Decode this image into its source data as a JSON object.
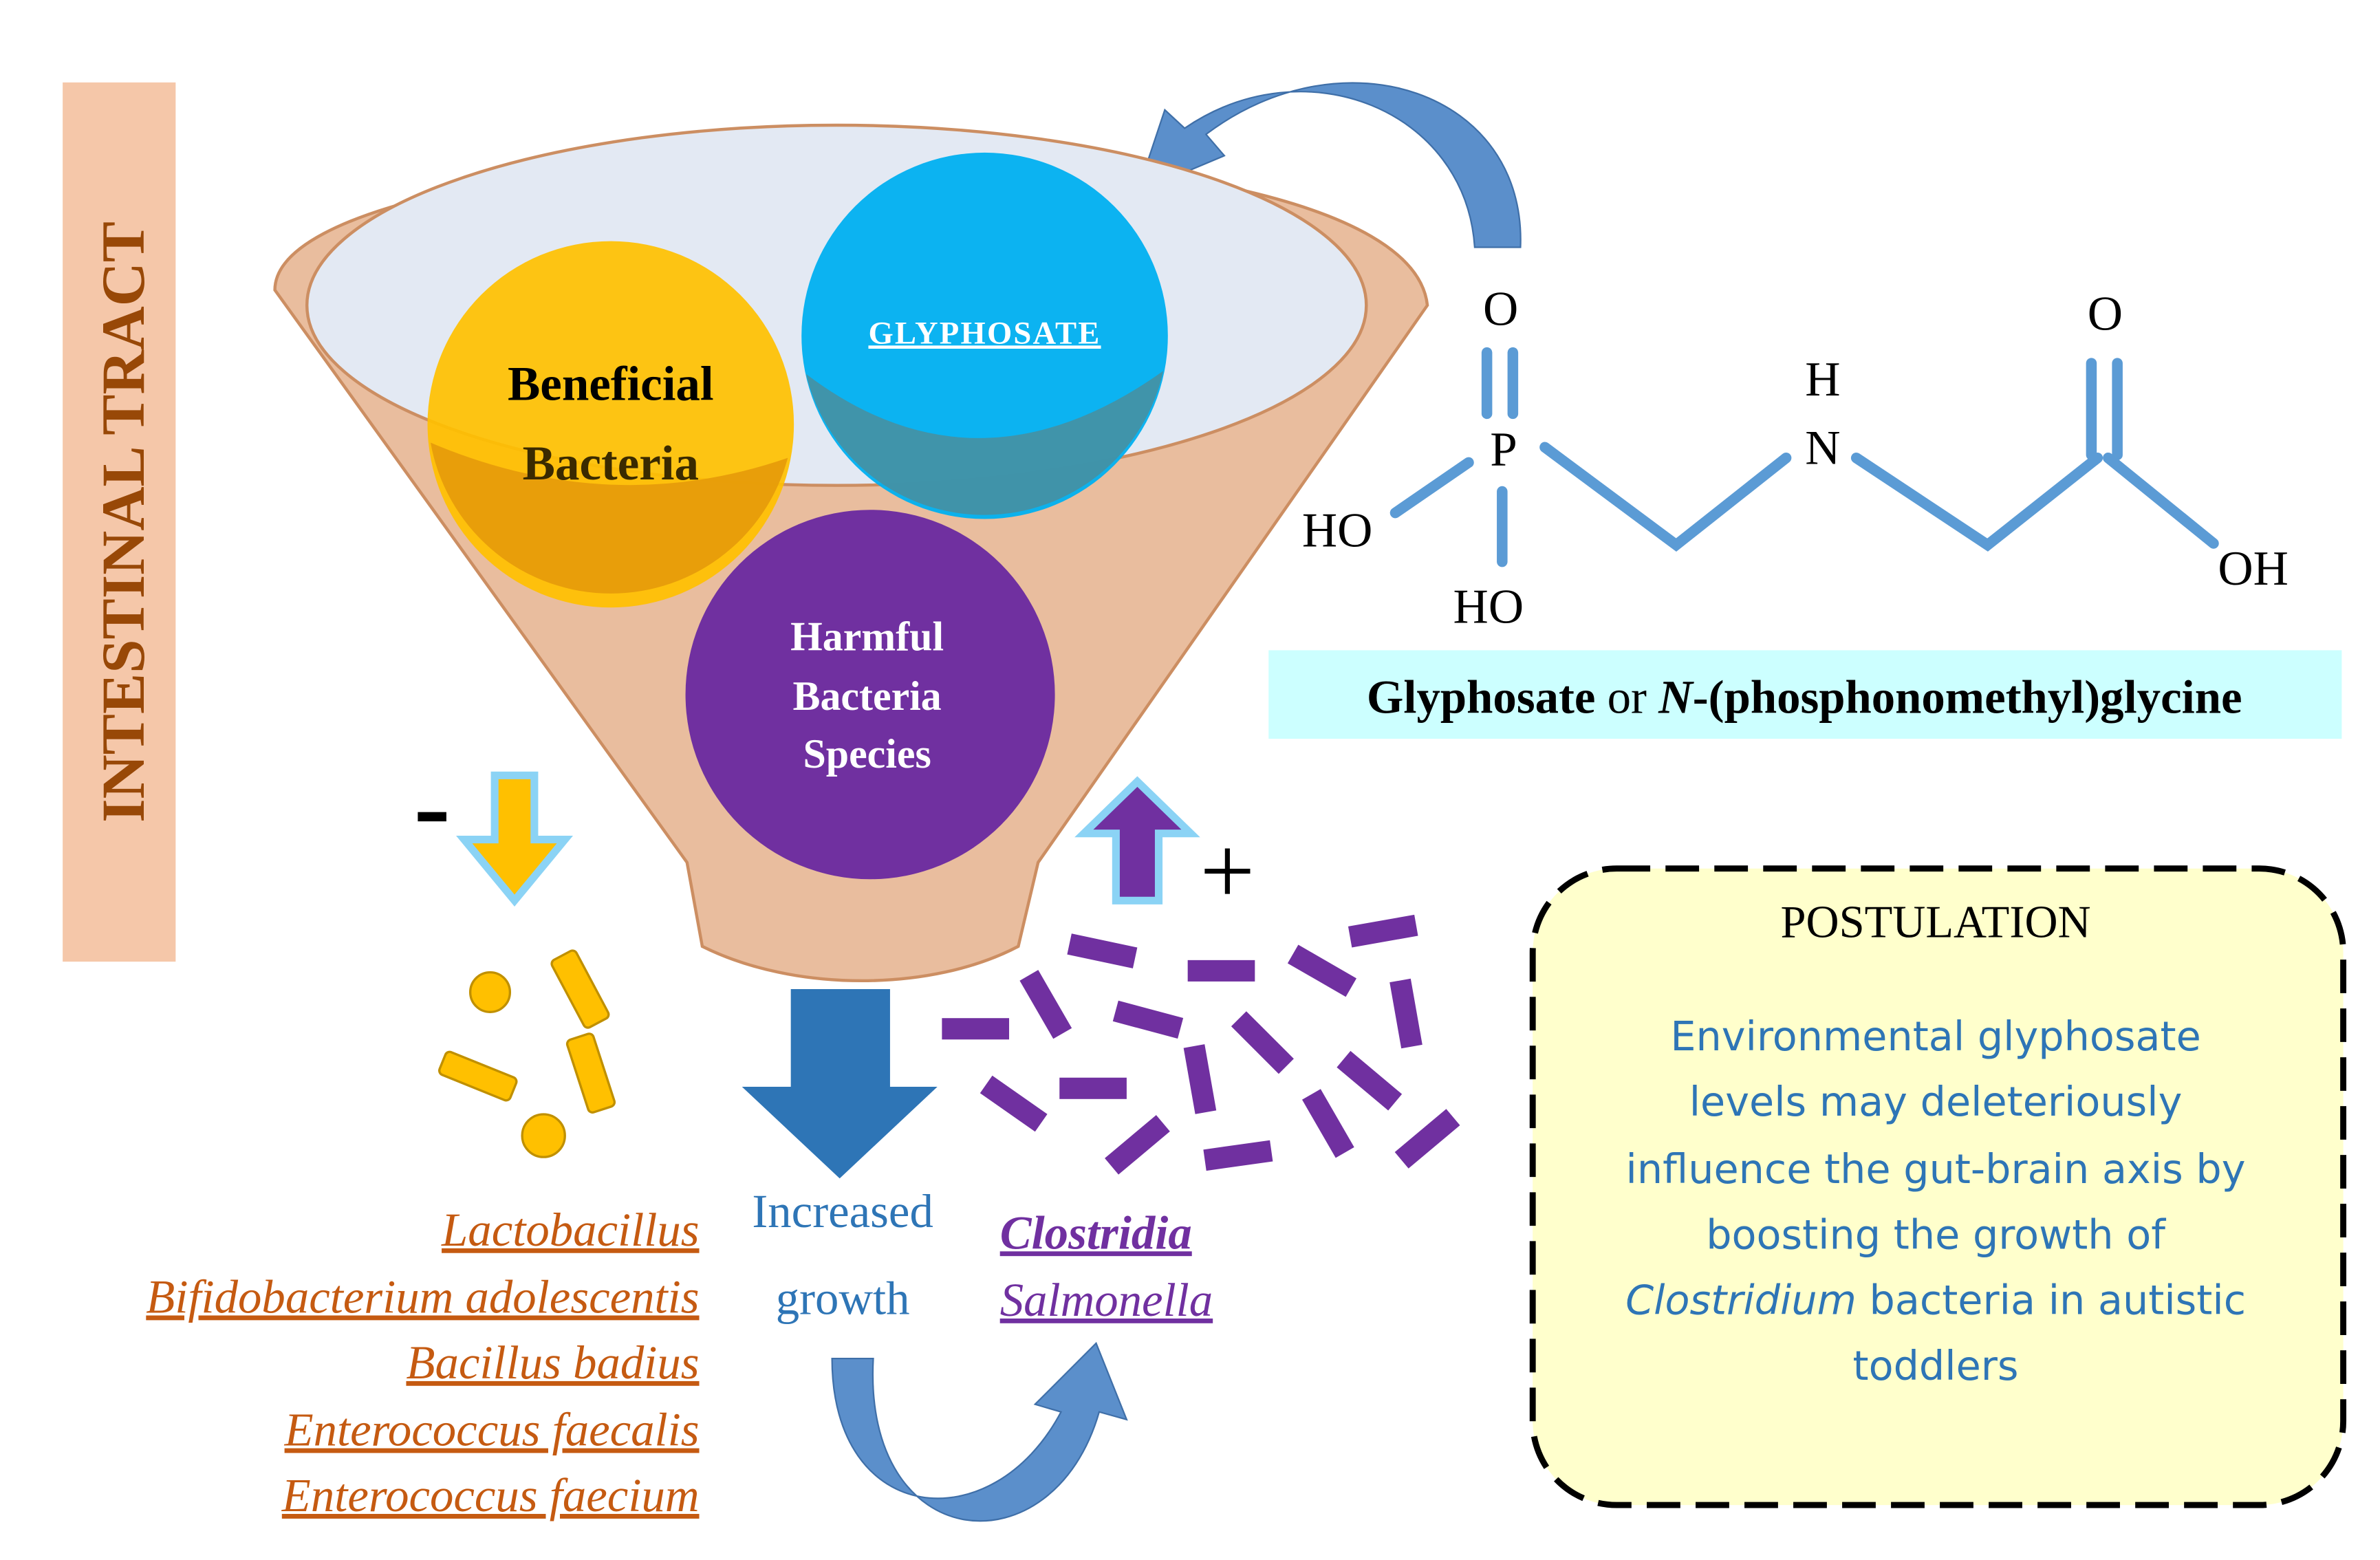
{
  "side_label": "INTESTINAL TRACT",
  "funnel": {
    "beneficial": [
      "Beneficial",
      "Bacteria"
    ],
    "glyphosate": "GLYPHOSATE",
    "harmful": [
      "Harmful",
      "Bacteria",
      "Species"
    ]
  },
  "signs": {
    "minus": "-",
    "plus": "+"
  },
  "beneficial_species": [
    "Lactobacillus",
    "Bifidobacterium adolescentis",
    "Bacillus badius",
    "Enterococcus faecalis",
    "Enterococcus faecium"
  ],
  "increased_growth": [
    "Increased",
    "growth"
  ],
  "harmful_species": [
    "Clostridia",
    "Salmonella"
  ],
  "molecule": {
    "atoms": {
      "o_left": "O",
      "p": "P",
      "ho_left": "HO",
      "ho_bottom": "HO",
      "h": "H",
      "n": "N",
      "o_right": "O",
      "oh_right": "OH"
    },
    "caption": {
      "name_bold": "Glyphosate",
      "or": " or ",
      "n_italic": "N",
      "rest": "-(phosphonomethyl)glycine"
    }
  },
  "postulation": {
    "title": "POSTULATION",
    "lines": [
      "Environmental glyphosate",
      "levels may deleteriously",
      "influence the gut-brain axis by",
      "boosting the growth of"
    ],
    "line5_italic": "Clostridium",
    "line5_rest": " bacteria in autistic",
    "line6": "toddlers"
  },
  "colors": {
    "side_label_bg": "#F5C7A9",
    "side_label_text": "#984807",
    "funnel": "#E9BD9E",
    "funnel_border": "#CC8E62",
    "funnel_top": "#E3E9F3",
    "beneficial": "#FFC000",
    "glyphosate": "#00B0F0",
    "harmful": "#7030A0",
    "arrow_blue": "#2E75B6",
    "curve_arrow": "#4F87C5",
    "rod_purple": "#7030A0",
    "species_orange": "#C55A11",
    "molecule_line": "#5B9BD5",
    "caption_bg": "#CCFFFF",
    "postulation_bg": "#FFFFCC",
    "postulation_text": "#2E75B6"
  }
}
